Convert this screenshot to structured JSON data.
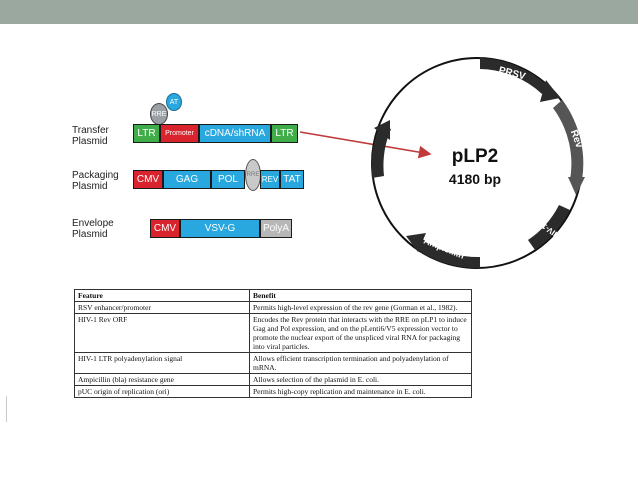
{
  "diagram": {
    "rows": [
      {
        "label": "Transfer\nPlasmid",
        "segments": [
          "LTR",
          "Promoter",
          "cDNA/shRNA",
          "LTR"
        ],
        "circles": [
          "RRE",
          "AT"
        ]
      },
      {
        "label": "Packaging\nPlasmid",
        "segments": [
          "CMV",
          "GAG",
          "POL",
          "RRE",
          "REV",
          "TAT"
        ]
      },
      {
        "label": "Envelope\nPlasmid",
        "segments": [
          "CMV",
          "VSV-G",
          "PolyA"
        ]
      }
    ],
    "map": {
      "name": "pLP2",
      "size": "4180 bp",
      "features": [
        "PRSV",
        "Rev",
        "HIV-1 pA",
        "Ampicillin",
        "pUC ori"
      ]
    },
    "colors": {
      "green": "#3fae49",
      "red": "#d9232d",
      "blue": "#29a8e0",
      "gray": "#b7b7b7",
      "arrow": "#c0393b",
      "topbar": "#9aa89f"
    }
  },
  "table": {
    "headers": [
      "Feature",
      "Benefit"
    ],
    "rows": [
      [
        "RSV enhancer/promoter",
        "Permits high-level expression of the rev gene (Gorman et al., 1982)."
      ],
      [
        "HIV-1 Rev ORF",
        "Encodes the Rev protein that interacts with the RRE on pLP1 to induce Gag and Pol expression, and on the pLenti6/V5 expression vector to promote the nuclear export of the unspliced viral RNA for packaging into viral particles."
      ],
      [
        "HIV-1 LTR polyadenylation signal",
        "Allows efficient transcription termination and polyadenylation of mRNA."
      ],
      [
        "Ampicillin (bla) resistance gene",
        "Allows selection of the plasmid in E. coli."
      ],
      [
        "pUC origin of replication (ori)",
        "Permits high-copy replication and maintenance in E. coli."
      ]
    ]
  }
}
